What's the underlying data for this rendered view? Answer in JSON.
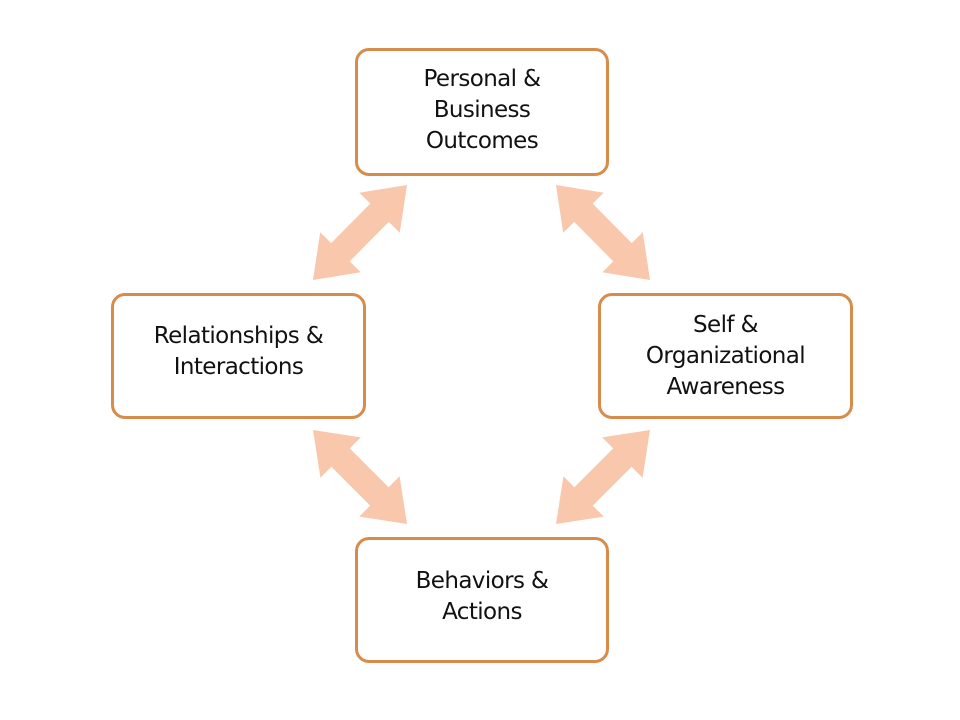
{
  "diagram": {
    "title": "",
    "nodes": [
      {
        "id": "top",
        "label": "Personal &\nBusiness\nOutcomes"
      },
      {
        "id": "left",
        "label": "Relationships &\nInteractions"
      },
      {
        "id": "right",
        "label": "Self &\nOrganizational\nAwareness"
      },
      {
        "id": "bottom",
        "label": "Behaviors &\nActions"
      }
    ],
    "edges": [
      {
        "from": "top",
        "to": "left",
        "direction": "bidirectional"
      },
      {
        "from": "top",
        "to": "right",
        "direction": "bidirectional"
      },
      {
        "from": "left",
        "to": "bottom",
        "direction": "bidirectional"
      },
      {
        "from": "right",
        "to": "bottom",
        "direction": "bidirectional"
      }
    ],
    "colors": {
      "node_border": "#d78c4b",
      "arrow_fill": "#f9c7ab",
      "text": "#111111",
      "background": "#ffffff"
    }
  }
}
